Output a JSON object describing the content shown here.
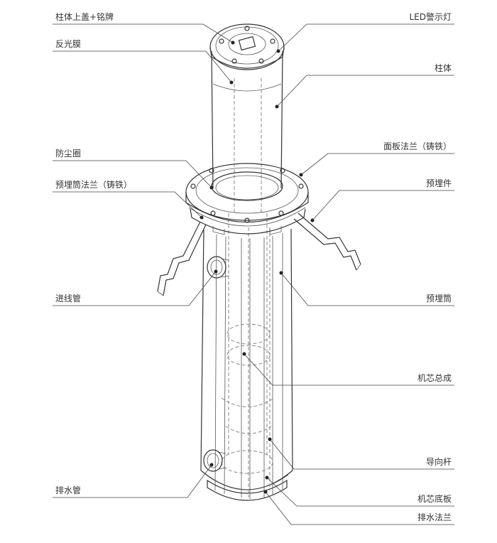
{
  "labels": {
    "top_cover_nameplate": "柱体上盖+铭牌",
    "reflective_film": "反光膜",
    "dust_ring": "防尘圈",
    "embedded_flange": "预埋筒法兰（铸铁）",
    "cable_inlet_pipe": "进线管",
    "drain_pipe": "排水管",
    "led_light": "LED警示灯",
    "column_body": "柱体",
    "panel_flange": "面板法兰（铸铁）",
    "embedded_part": "预埋件",
    "embedded_cylinder": "预埋筒",
    "core_assembly": "机芯总成",
    "guide_rod": "导向杆",
    "core_base_plate": "机芯底板",
    "drain_flange": "排水法兰"
  }
}
